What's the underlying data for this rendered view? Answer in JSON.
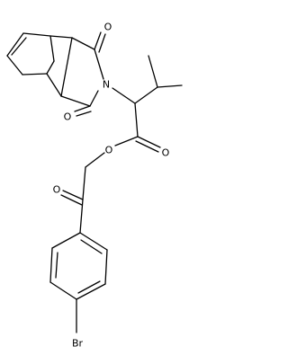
{
  "molecule": {
    "line_color": "#000000",
    "background": "#ffffff",
    "atom_labels": {
      "imide_carbonyl_o_top": "O",
      "imide_carbonyl_o_bottom": "O",
      "imide_nitrogen": "N",
      "ester_carbonyl_o": "O",
      "ester_oxygen": "O",
      "ketone_o": "O",
      "bromine": "Br"
    }
  }
}
